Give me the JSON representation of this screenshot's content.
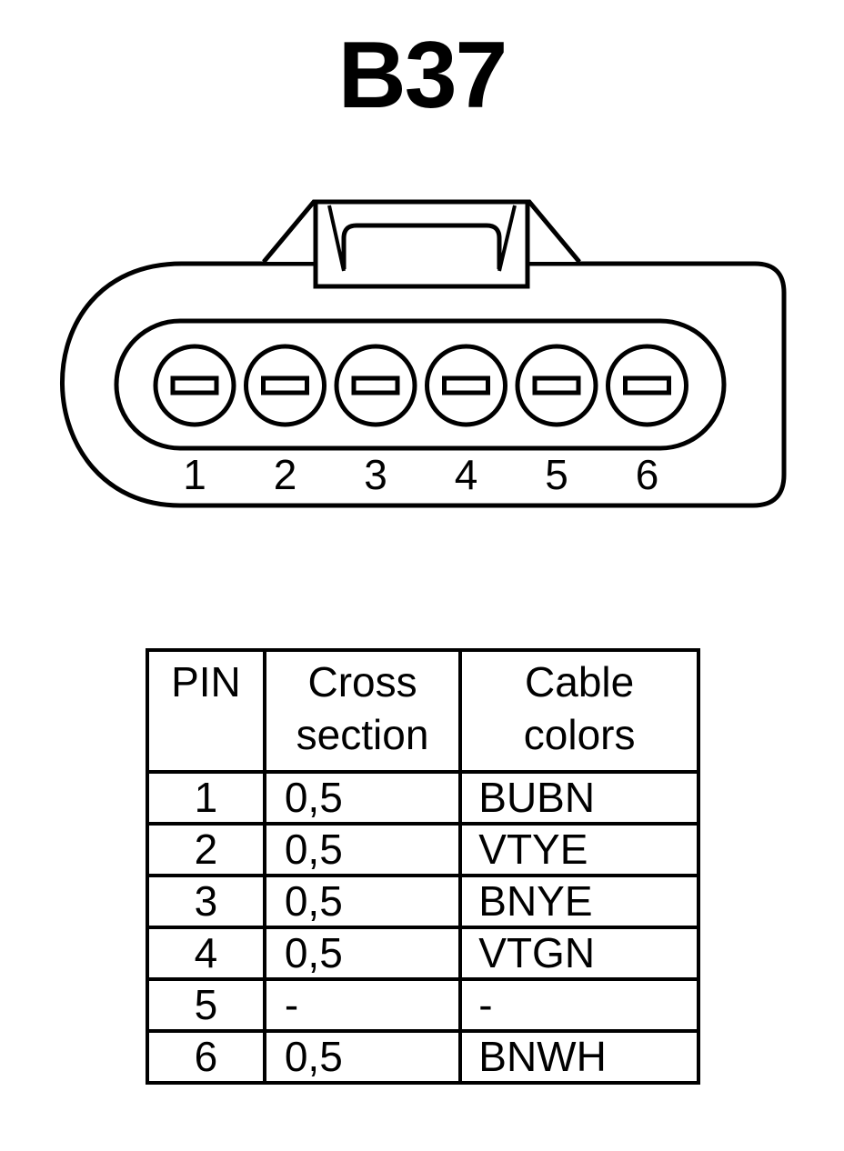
{
  "title": "B37",
  "connector": {
    "pin_labels": [
      "1",
      "2",
      "3",
      "4",
      "5",
      "6"
    ]
  },
  "table": {
    "headers": {
      "pin": "PIN",
      "cross_section": [
        "Cross",
        "section"
      ],
      "cable_colors": [
        "Cable",
        "colors"
      ]
    },
    "rows": [
      {
        "pin": "1",
        "cross_section": "0,5",
        "cable_colors": "BUBN"
      },
      {
        "pin": "2",
        "cross_section": "0,5",
        "cable_colors": "VTYE"
      },
      {
        "pin": "3",
        "cross_section": "0,5",
        "cable_colors": "BNYE"
      },
      {
        "pin": "4",
        "cross_section": "0,5",
        "cable_colors": "VTGN"
      },
      {
        "pin": "5",
        "cross_section": "-",
        "cable_colors": "-"
      },
      {
        "pin": "6",
        "cross_section": "0,5",
        "cable_colors": "BNWH"
      }
    ]
  }
}
